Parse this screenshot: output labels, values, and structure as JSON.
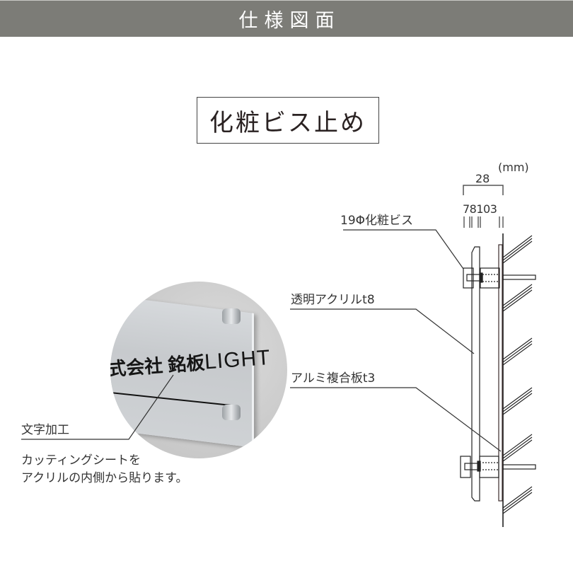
{
  "header": {
    "title": "仕様図面",
    "bg_color": "#7c7c77"
  },
  "method": {
    "title": "化粧ビス止め"
  },
  "dimensions": {
    "unit": "(mm)",
    "total": "28",
    "parts": [
      "7",
      "8",
      "10",
      "3"
    ],
    "parts_label": "78103"
  },
  "callouts": {
    "screw": "19Φ化粧ビス",
    "acrylic": "透明アクリルt8",
    "aluminum": "アルミ複合板t3"
  },
  "photo": {
    "plate_text_jp": "式会社 銘板",
    "plate_text_en": "LIGHT"
  },
  "lettering": {
    "title": "文字加工",
    "description_line1": "カッティングシートを",
    "description_line2": "アクリルの内側から貼ります。"
  }
}
